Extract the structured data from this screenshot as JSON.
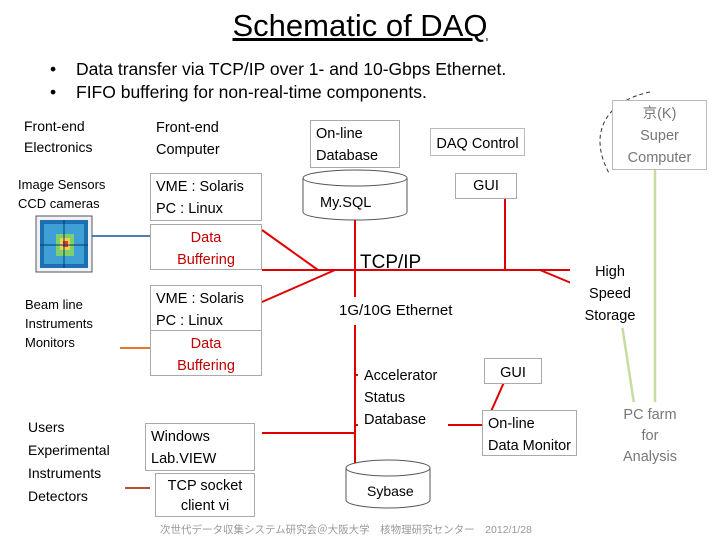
{
  "title": "Schematic of DAQ",
  "bullets": [
    "Data transfer via TCP/IP over 1- and 10-Gbps Ethernet.",
    "FIFO buffering for non-real-time components."
  ],
  "columns": {
    "frontend_electronics": "Front-end Electronics",
    "frontend_computer": "Front-end Computer",
    "online_database": "On-line Database",
    "daq_control": "DAQ Control"
  },
  "kyoto": {
    "name": "京(K)",
    "line2": "Super",
    "line3": "Computer"
  },
  "sources": {
    "image_sensors": [
      "Image Sensors",
      "CCD cameras"
    ],
    "beamline": [
      "Beam line",
      "Instruments",
      "Monitors"
    ],
    "users": [
      "Users",
      "Experimental",
      "Instruments",
      "Detectors"
    ]
  },
  "computers": {
    "vme1": [
      "VME : Solaris",
      "PC :  Linux"
    ],
    "buffer1": [
      "Data",
      "Buffering"
    ],
    "vme2": [
      "VME : Solaris",
      "PC :  Linux"
    ],
    "buffer2": [
      "Data",
      "Buffering"
    ],
    "windows": [
      "Windows",
      "Lab.VIEW"
    ],
    "tcp_socket": [
      "TCP socket",
      "client vi"
    ]
  },
  "network": {
    "tcpip": "TCP/IP",
    "ethernet": "1G/10G Ethernet"
  },
  "gui_top": "GUI",
  "mysql": "My.SQL",
  "storage": [
    "High",
    "Speed",
    "Storage"
  ],
  "gui_mid": "GUI",
  "accelerator": [
    "Accelerator",
    "Status",
    "Database"
  ],
  "online_monitor": [
    "On-line",
    "Data Monitor"
  ],
  "sybase": "Sybase",
  "pcfarm": [
    "PC farm",
    "for",
    "Analysis"
  ],
  "footer": "次世代データ収集システム研究会＠大阪大学　核物理研究センター　2012/1/28",
  "colors": {
    "network": "#e00000",
    "blue_link": "#4a7fb5",
    "orange_link": "#e07a2a",
    "brown_link": "#b0503a",
    "green_link": "#c8dca0",
    "buffer_text": "#c00000"
  }
}
